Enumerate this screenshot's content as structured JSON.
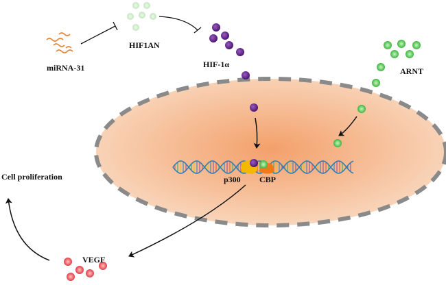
{
  "labels": {
    "mirna": "miRNA-31",
    "hif1an": "HIF1AN",
    "hif1a": "HIF-1α",
    "arnt": "ARNT",
    "p300": "p300",
    "cbp": "CBP",
    "cell_proliferation": "Cell proliferation",
    "vegf": "VEGF"
  },
  "colors": {
    "nucleus_fill": "#f7c9a6",
    "nucleus_core": "#f3a06a",
    "nucleus_border": "#8a8a8a",
    "mirna": "#e8863a",
    "hif1an": "#cfeacb",
    "hif1a": "#5a1f82",
    "arnt": "#3fbf3f",
    "vegf": "#e8424a",
    "p300": "#f5b800",
    "cbp": "#f07a1a",
    "dna_strand": "#2f7fb5"
  },
  "icons": [
    "inhibition-arrow",
    "activation-arrow",
    "dna-helix",
    "molecule-dot"
  ]
}
